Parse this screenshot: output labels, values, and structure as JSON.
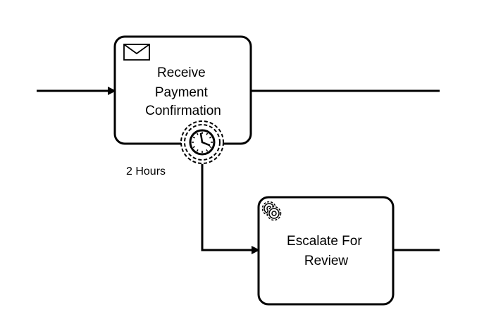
{
  "diagram": {
    "tasks": [
      {
        "id": "receive-payment",
        "type": "receive-task",
        "icon": "envelope-icon",
        "label_lines": [
          "Receive",
          "Payment",
          "Confirmation"
        ]
      },
      {
        "id": "escalate-review",
        "type": "service-task",
        "icon": "gears-icon",
        "label_lines": [
          "Escalate For",
          "Review"
        ]
      }
    ],
    "boundary_event": {
      "type": "timer-boundary-event",
      "icon": "clock-icon",
      "interrupting": false,
      "label": "2 Hours"
    },
    "colors": {
      "stroke": "#000000",
      "fill": "#ffffff"
    }
  }
}
